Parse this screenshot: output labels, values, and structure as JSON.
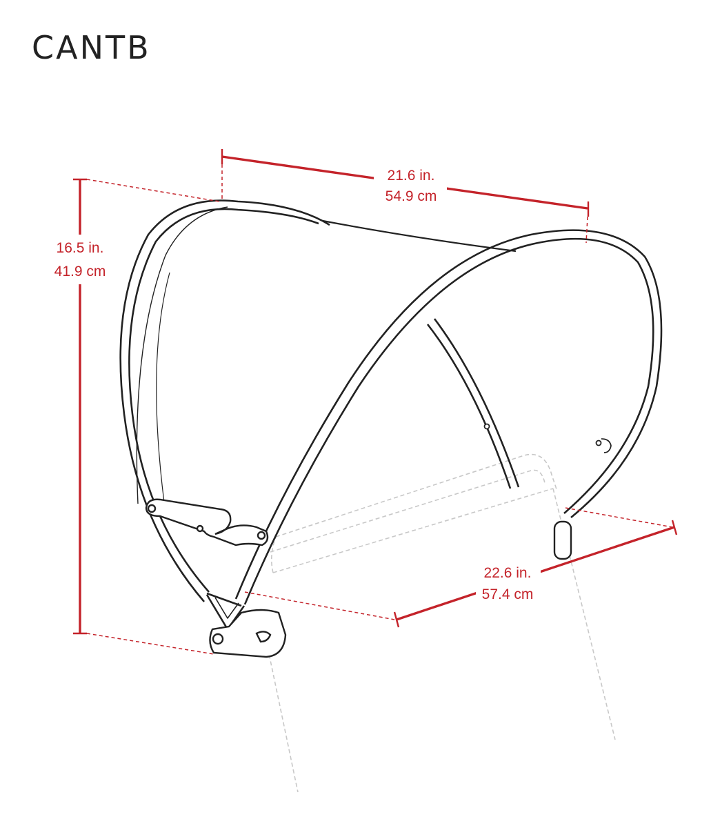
{
  "title": "CANTB",
  "colors": {
    "dimension": "#c4232a",
    "outline": "#222222",
    "ghost": "#c8c8c8"
  },
  "dimensions": {
    "width": {
      "imperial": "21.6 in.",
      "metric": "54.9 cm"
    },
    "height": {
      "imperial": "16.5 in.",
      "metric": "41.9 cm"
    },
    "depth": {
      "imperial": "22.6 in.",
      "metric": "57.4 cm"
    }
  }
}
